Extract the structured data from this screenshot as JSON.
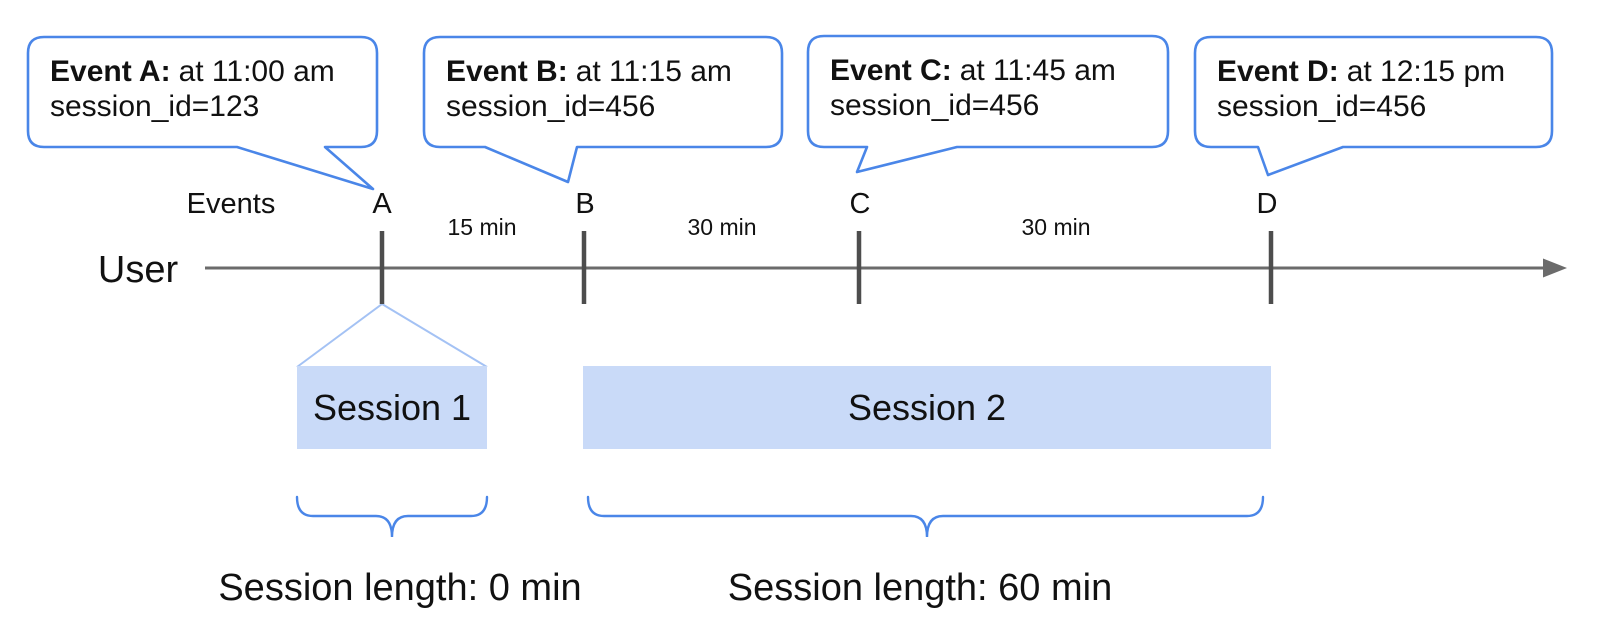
{
  "colors": {
    "bubble_border": "#4a86e8",
    "session_fill": "#c9daf8",
    "funnel_line": "#a4c2f4",
    "brace": "#4a86e8",
    "timeline_line": "#6b6b6b",
    "event_tick": "#4d4d4d",
    "text": "#111111"
  },
  "timeline": {
    "events_label": "Events",
    "user_label": "User",
    "event_marks": [
      "A",
      "B",
      "C",
      "D"
    ],
    "intervals": [
      "15 min",
      "30 min",
      "30 min"
    ]
  },
  "bubbles": [
    {
      "title": "Event A:",
      "time": "at 11:00 am",
      "session": "session_id=123"
    },
    {
      "title": "Event B:",
      "time": "at 11:15 am",
      "session": "session_id=456"
    },
    {
      "title": "Event C:",
      "time": "at 11:45 am",
      "session": "session_id=456"
    },
    {
      "title": "Event D:",
      "time": "at 12:15 pm",
      "session": "session_id=456"
    }
  ],
  "sessions": [
    {
      "label": "Session 1",
      "length_label": "Session length: 0 min"
    },
    {
      "label": "Session 2",
      "length_label": "Session length: 60 min"
    }
  ]
}
